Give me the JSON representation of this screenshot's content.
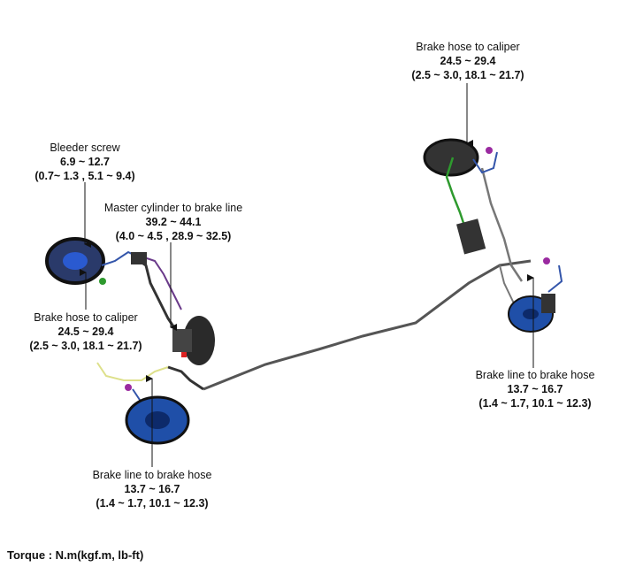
{
  "callouts": {
    "bleeder_screw": {
      "title": "Bleeder screw",
      "nm": "6.9 ~ 12.7",
      "alt": "(0.7~ 1.3 , 5.1 ~ 9.4)"
    },
    "master_cylinder": {
      "title": "Master cylinder to brake line",
      "nm": "39.2 ~ 44.1",
      "alt": "(4.0 ~ 4.5 , 28.9 ~ 32.5)"
    },
    "front_hose_caliper": {
      "title": "Brake hose to caliper",
      "nm": "24.5 ~ 29.4",
      "alt": "(2.5 ~ 3.0, 18.1 ~ 21.7)"
    },
    "front_line_hose": {
      "title": "Brake line to brake hose",
      "nm": "13.7 ~ 16.7",
      "alt": "(1.4 ~ 1.7, 10.1 ~ 12.3)"
    },
    "rear_hose_caliper": {
      "title": "Brake hose to caliper",
      "nm": "24.5 ~ 29.4",
      "alt": "(2.5 ~ 3.0, 18.1 ~ 21.7)"
    },
    "rear_line_hose": {
      "title": "Brake line to brake hose",
      "nm": "13.7 ~ 16.7",
      "alt": "(1.4 ~ 1.7, 10.1 ~ 12.3)"
    }
  },
  "torque_unit": "Torque : N.m(kgf.m, lb-ft)",
  "colors": {
    "disc_blue": "#1f4fa8",
    "hose_green": "#2e9a2e",
    "line_dark": "#222222",
    "connector_purple": "#9a2aa0"
  }
}
